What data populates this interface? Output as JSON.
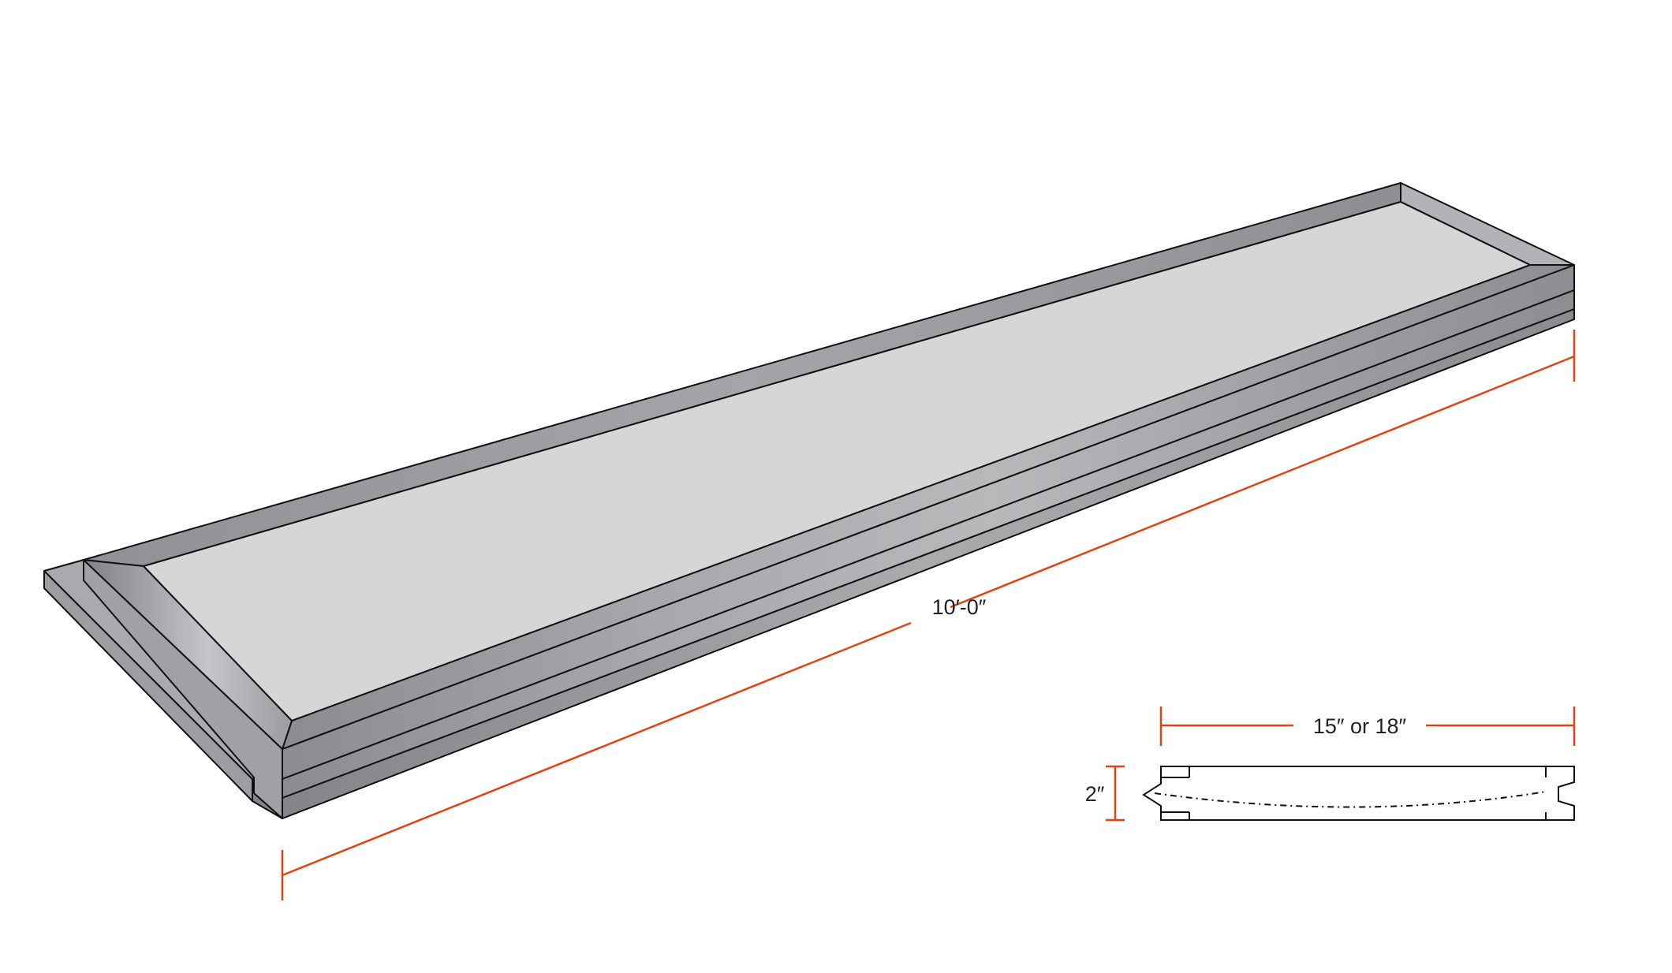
{
  "dimensions": {
    "length_label": "10′-0″",
    "width_label": "15″ or 18″",
    "thickness_label": "2″"
  },
  "colors": {
    "dimension_line": "#e04412",
    "outline": "#111111",
    "panel_top": "#d6d6d6",
    "bevel_light": "#c8c9cb",
    "bevel_dark": "#8e9093"
  }
}
